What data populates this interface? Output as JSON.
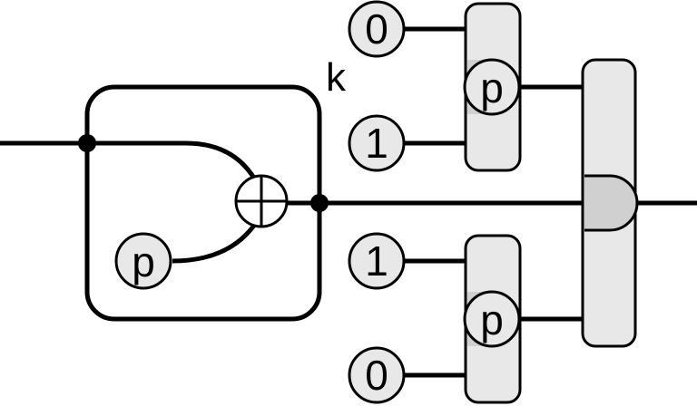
{
  "labels": {
    "k": "k",
    "p_xor": "p",
    "p_mux_top": "p",
    "p_mux_bottom": "p",
    "const_top_0": "0",
    "const_top_1": "1",
    "const_bottom_1": "1",
    "const_bottom_0": "0"
  },
  "colors": {
    "stroke": "#000000",
    "fill_light": "#e8e8e8",
    "select_shade": "#d0d0d0",
    "background": "#ffffff"
  }
}
